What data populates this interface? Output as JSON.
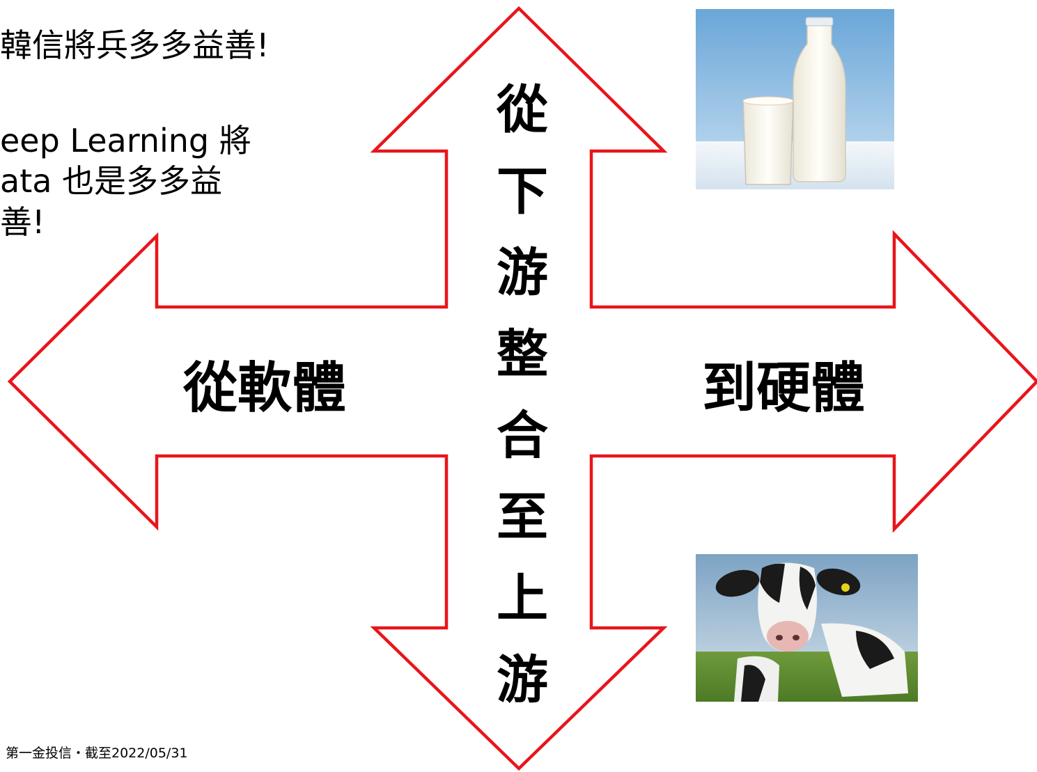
{
  "notes": {
    "line1": "韓信將兵多多益善!",
    "line2": "eep Learning 將",
    "line3": "ata 也是多多益",
    "line4": "善!"
  },
  "arrows": {
    "left_label": "從軟體",
    "right_label": "到硬體",
    "vertical_chars": [
      "從",
      "下",
      "游",
      "整",
      "合",
      "至",
      "上",
      "游"
    ],
    "outline_color": "#e8151b"
  },
  "images": {
    "milk": "milk-photo",
    "cow": "cow-photo"
  },
  "footer": "第一金投信・截至2022/05/31"
}
